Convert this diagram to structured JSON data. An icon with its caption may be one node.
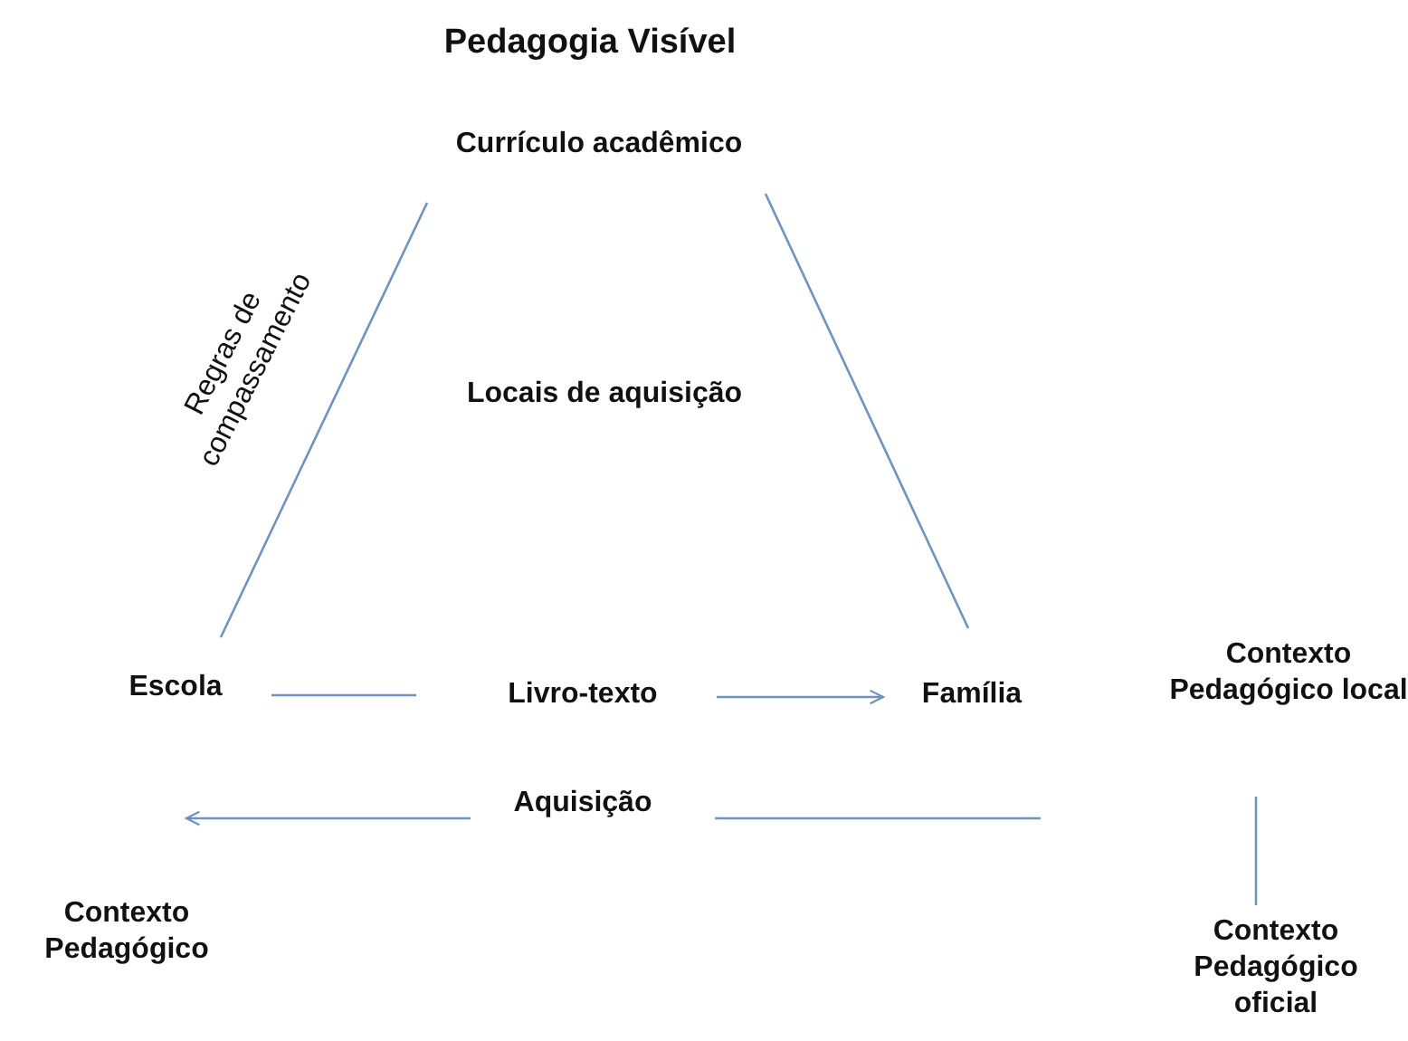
{
  "diagram": {
    "title": "Pedagogia Visível",
    "nodes": [
      {
        "text": [
          "Currículo acadêmico"
        ]
      },
      {
        "text": [
          "Escola"
        ]
      },
      {
        "text": [
          "Livro-texto"
        ]
      },
      {
        "text": [
          "Família"
        ]
      },
      {
        "text": [
          "Contexto Pedagógico local"
        ]
      },
      {
        "text": [
          "Contexto Pedagógico oficial"
        ]
      },
      {
        "text": [
          "Aquisição"
        ]
      }
    ],
    "edges": [
      {
        "from": 1,
        "to": 0,
        "arrow": "none",
        "label": "Regras de compassamento"
      },
      {
        "from": 0,
        "to": 3,
        "arrow": "none"
      },
      {
        "from": 1,
        "to": 2,
        "arrow": "none"
      },
      {
        "from": 2,
        "to": 3,
        "arrow": "to"
      },
      {
        "from": 4,
        "to": 5,
        "arrow": "none"
      },
      {
        "from": null,
        "to": 6,
        "arrow": "none"
      },
      {
        "from": 6,
        "to": null,
        "arrow": "to"
      }
    ],
    "labels": [
      "Locais de aquisição",
      "Contexto Pedagógico"
    ]
  }
}
